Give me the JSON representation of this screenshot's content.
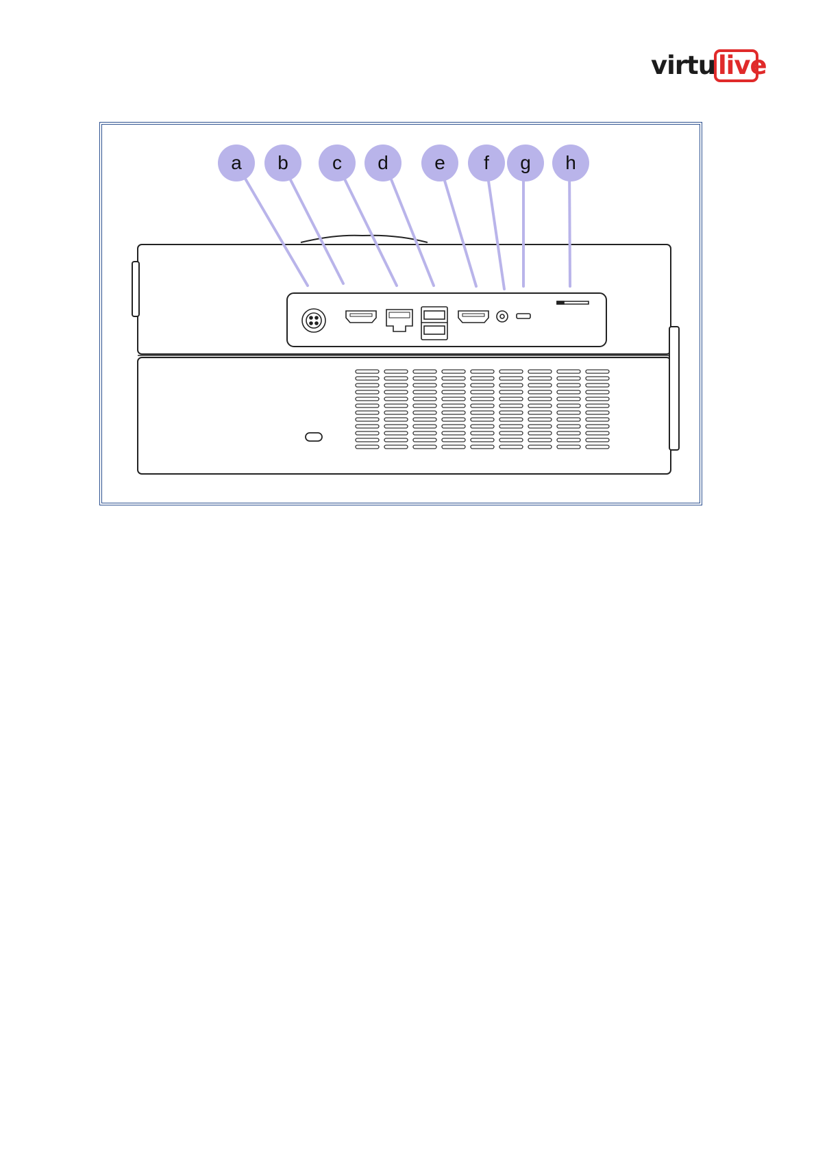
{
  "logo": {
    "text_dark": "virtu",
    "text_red": "live",
    "color_dark": "#1c1c1c",
    "color_red": "#e02a2a"
  },
  "figure": {
    "frame_color": "#2b4f8e",
    "callout_color": "#b9b4ea",
    "callouts": [
      {
        "id": "a",
        "label": "a"
      },
      {
        "id": "b",
        "label": "b"
      },
      {
        "id": "c",
        "label": "c"
      },
      {
        "id": "d",
        "label": "d"
      },
      {
        "id": "e",
        "label": "e"
      },
      {
        "id": "f",
        "label": "f"
      },
      {
        "id": "g",
        "label": "g"
      },
      {
        "id": "h",
        "label": "h"
      }
    ]
  }
}
